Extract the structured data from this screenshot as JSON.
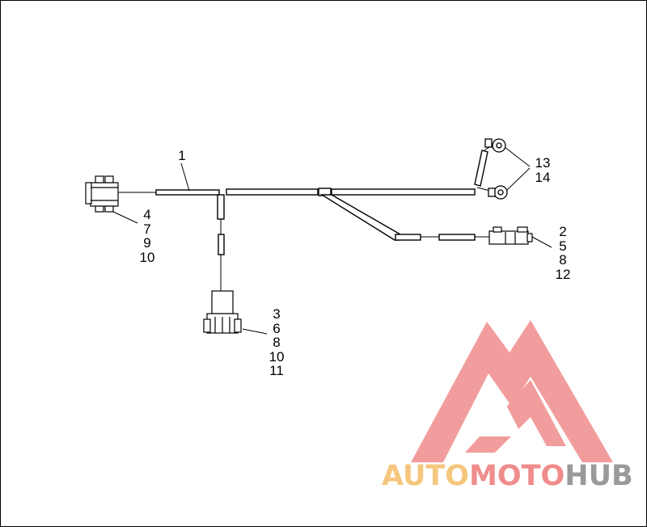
{
  "callouts": [
    {
      "id": "c1",
      "lines": [
        "1"
      ]
    },
    {
      "id": "c2",
      "lines": [
        "4",
        "7",
        "9",
        "10"
      ]
    },
    {
      "id": "c3",
      "lines": [
        "3",
        "6",
        "8",
        "10",
        "11"
      ]
    },
    {
      "id": "c4",
      "lines": [
        "13",
        "14"
      ]
    },
    {
      "id": "c5",
      "lines": [
        "2",
        "5",
        "8",
        "12"
      ]
    }
  ],
  "watermark": {
    "part1": "AUTO",
    "part2": "MOTO",
    "part3": "HUB",
    "color_part1": "#f5c77e",
    "color_part2": "#f08c8c",
    "color_part3": "#9a9a9a",
    "triangle_color": "#f08c8c"
  }
}
